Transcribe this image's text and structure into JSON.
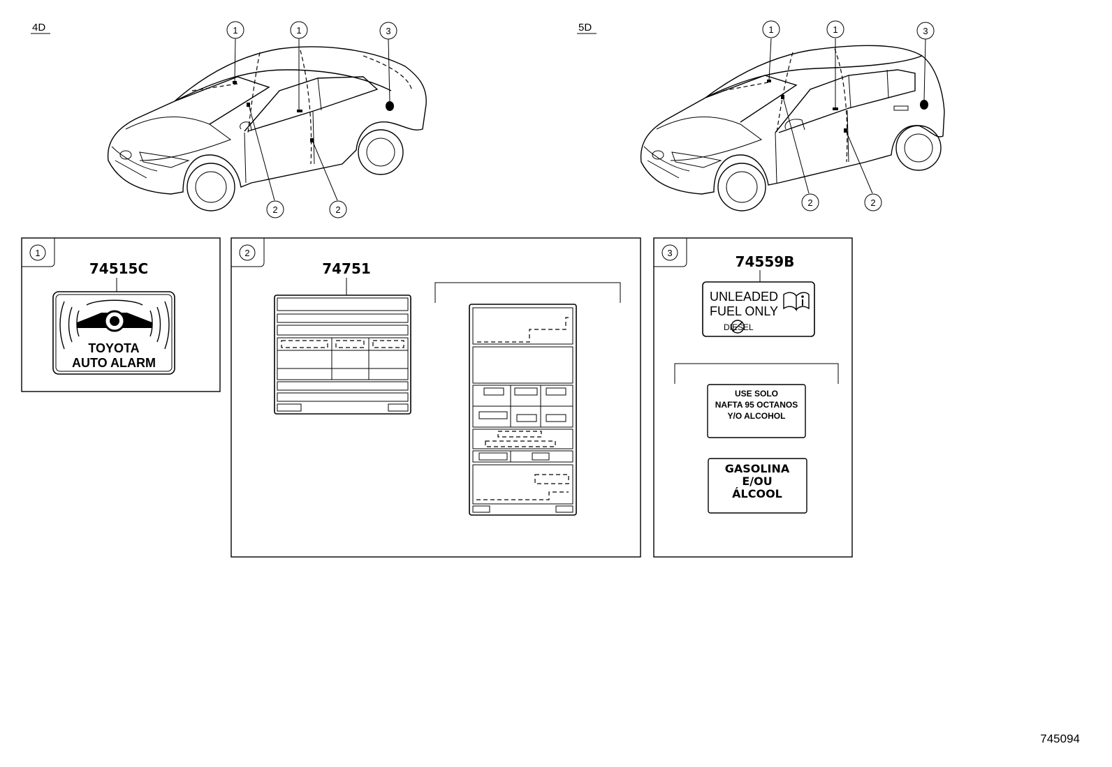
{
  "variants": {
    "sedan": "4D",
    "hatch": "5D"
  },
  "callouts": {
    "one": "1",
    "two": "2",
    "three": "3"
  },
  "panels": {
    "p1": {
      "part": "74515C",
      "sticker_line1": "TOYOTA",
      "sticker_line2": "AUTO ALARM"
    },
    "p2": {
      "part": "74751"
    },
    "p3": {
      "part": "74559B",
      "fuel_line1": "UNLEADED",
      "fuel_line2": "FUEL ONLY",
      "fuel_line3": "DIESEL",
      "es_line1": "USE SOLO",
      "es_line2": "NAFTA 95 OCTANOS",
      "es_line3": "Y/O ALCOHOL",
      "pt_line1": "GASOLINA",
      "pt_line2": "E/OU",
      "pt_line3": "ÁLCOOL"
    }
  },
  "figure_id": "745094"
}
